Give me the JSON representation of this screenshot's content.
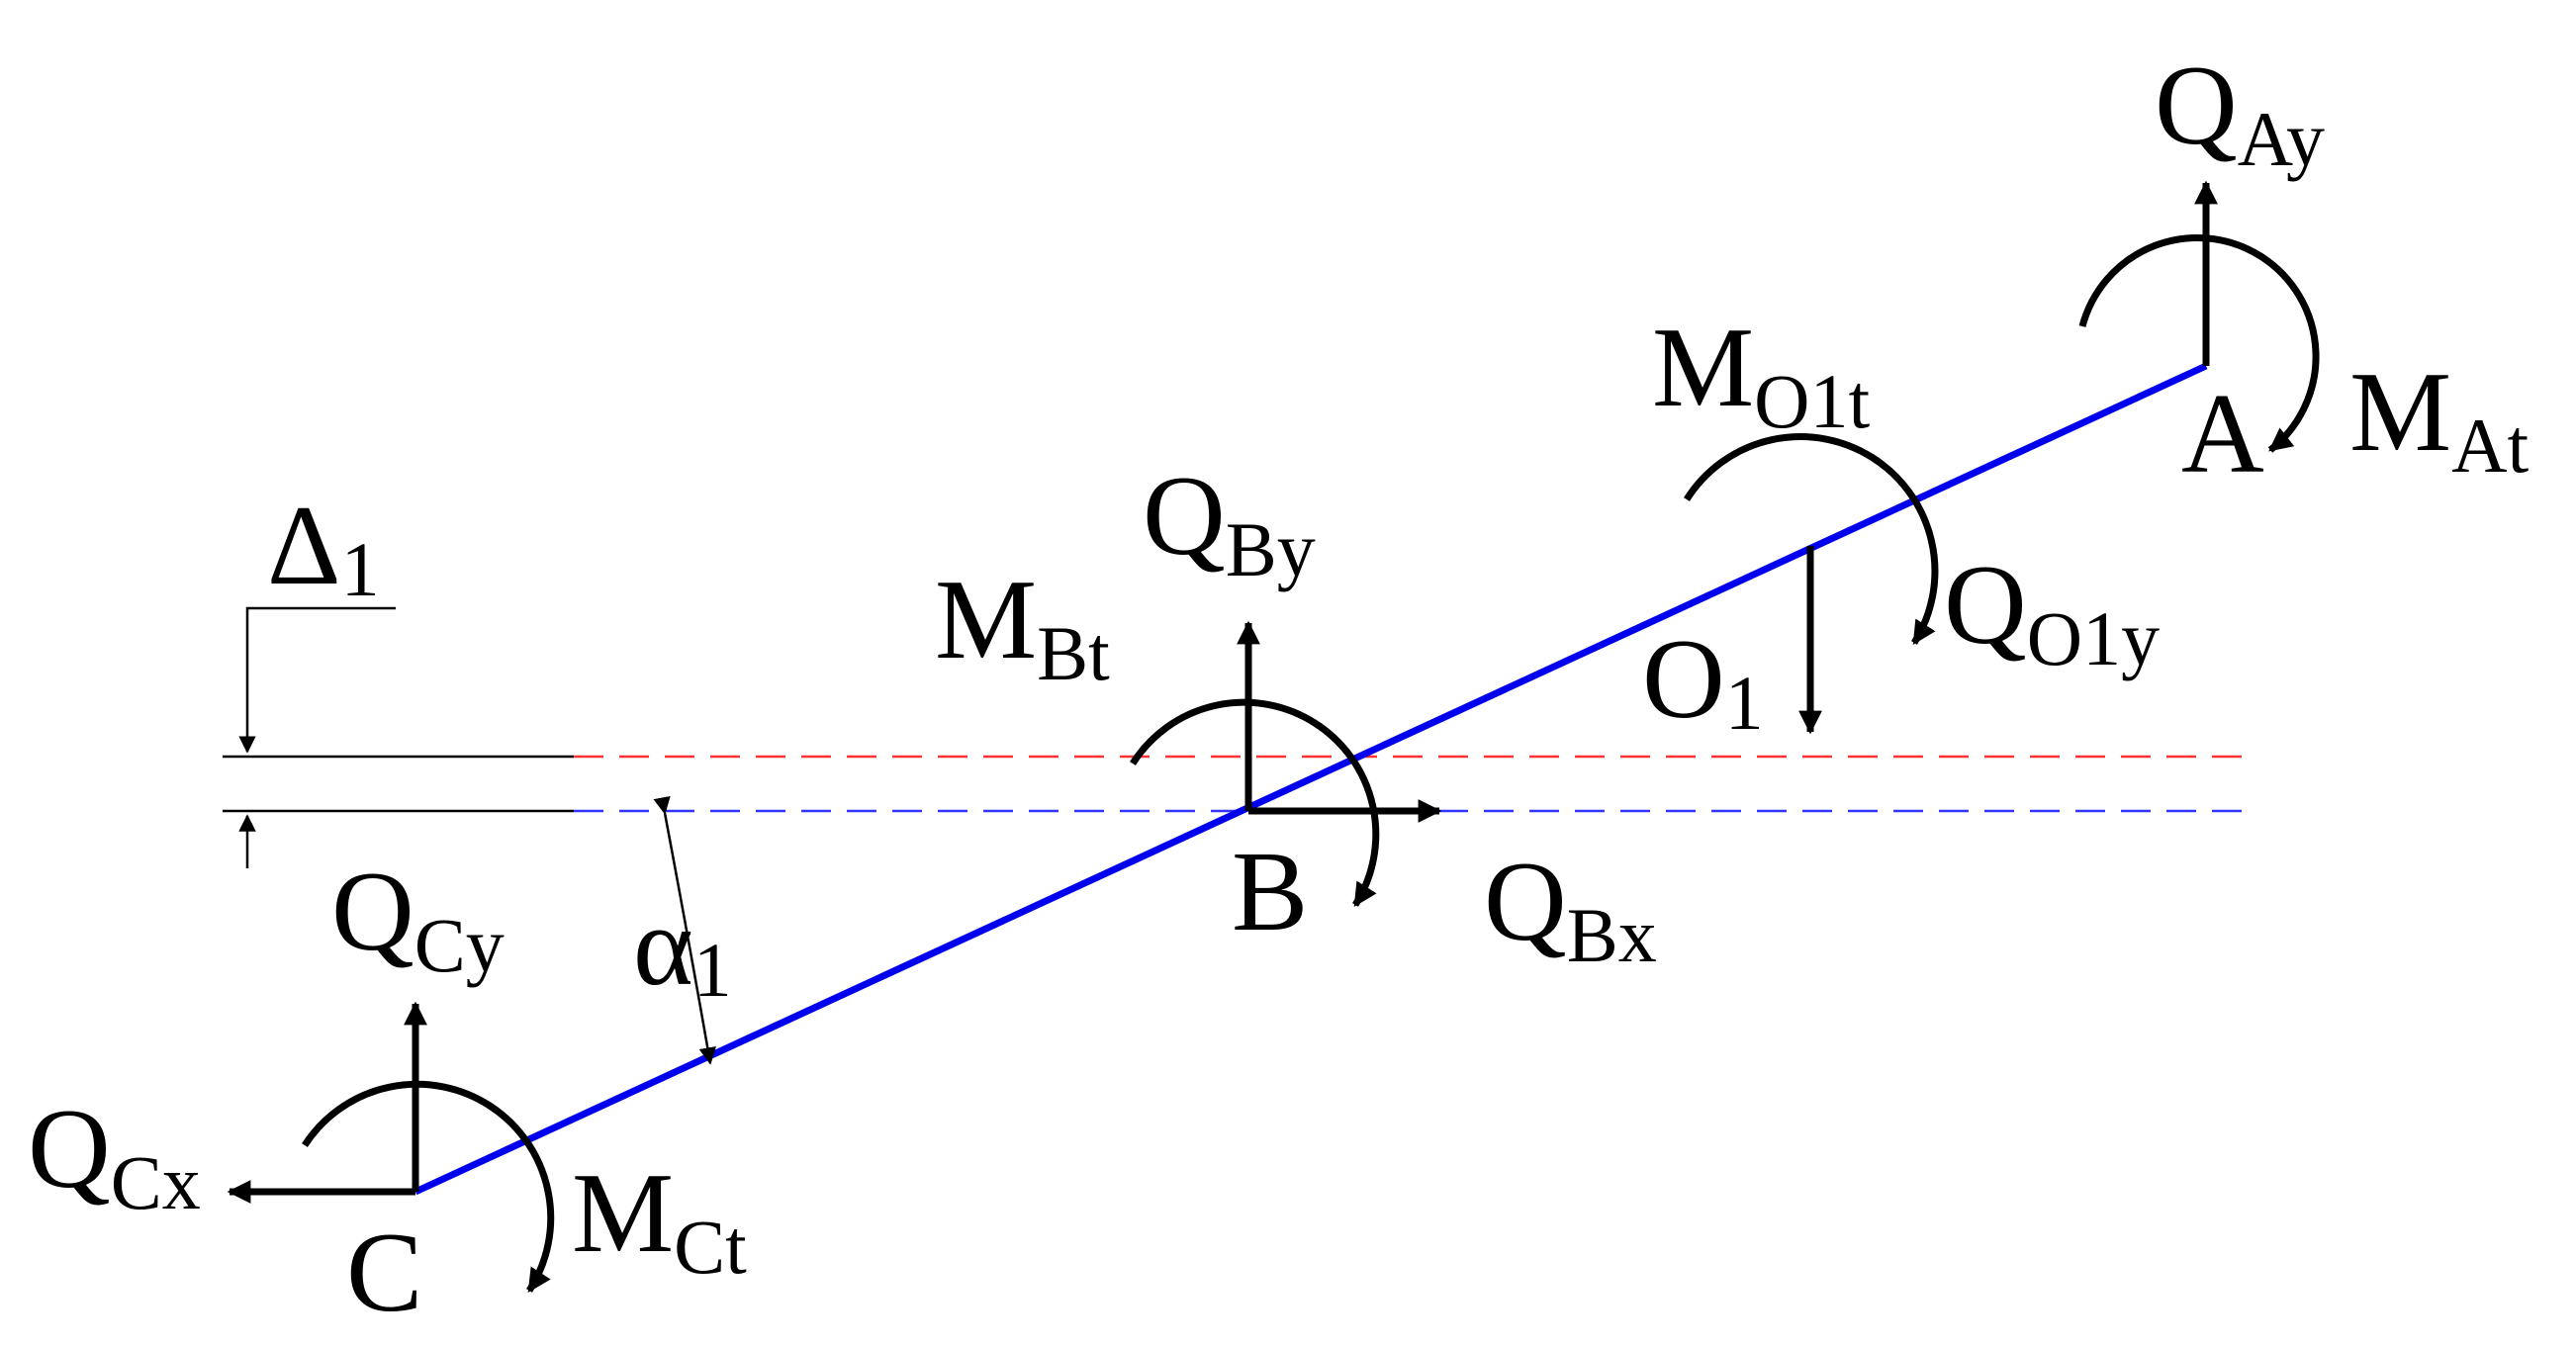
{
  "colors": {
    "beam": "#0000ee",
    "red_dashed": "#ff3333",
    "blue_dashed": "#3333ff",
    "black": "#000000"
  },
  "points": {
    "A": "A",
    "B": "B",
    "C": "C",
    "O": {
      "main": "O",
      "sub": "1"
    }
  },
  "forces": {
    "QAy": {
      "main": "Q",
      "sub": "Ay"
    },
    "QBy": {
      "main": "Q",
      "sub": "By"
    },
    "QBx": {
      "main": "Q",
      "sub": "Bx"
    },
    "QCy": {
      "main": "Q",
      "sub": "Cy"
    },
    "QCx": {
      "main": "Q",
      "sub": "Cx"
    },
    "QO1y": {
      "main": "Q",
      "sub": "O1y"
    }
  },
  "moments": {
    "MAt": {
      "main": "M",
      "sub": "At"
    },
    "MBt": {
      "main": "M",
      "sub": "Bt"
    },
    "MCt": {
      "main": "M",
      "sub": "Ct"
    },
    "MO1t": {
      "main": "M",
      "sub": "O1t"
    }
  },
  "dimensions": {
    "delta": {
      "main": "Δ",
      "sub": "1"
    },
    "alpha": {
      "main": "α",
      "sub": "1"
    }
  }
}
